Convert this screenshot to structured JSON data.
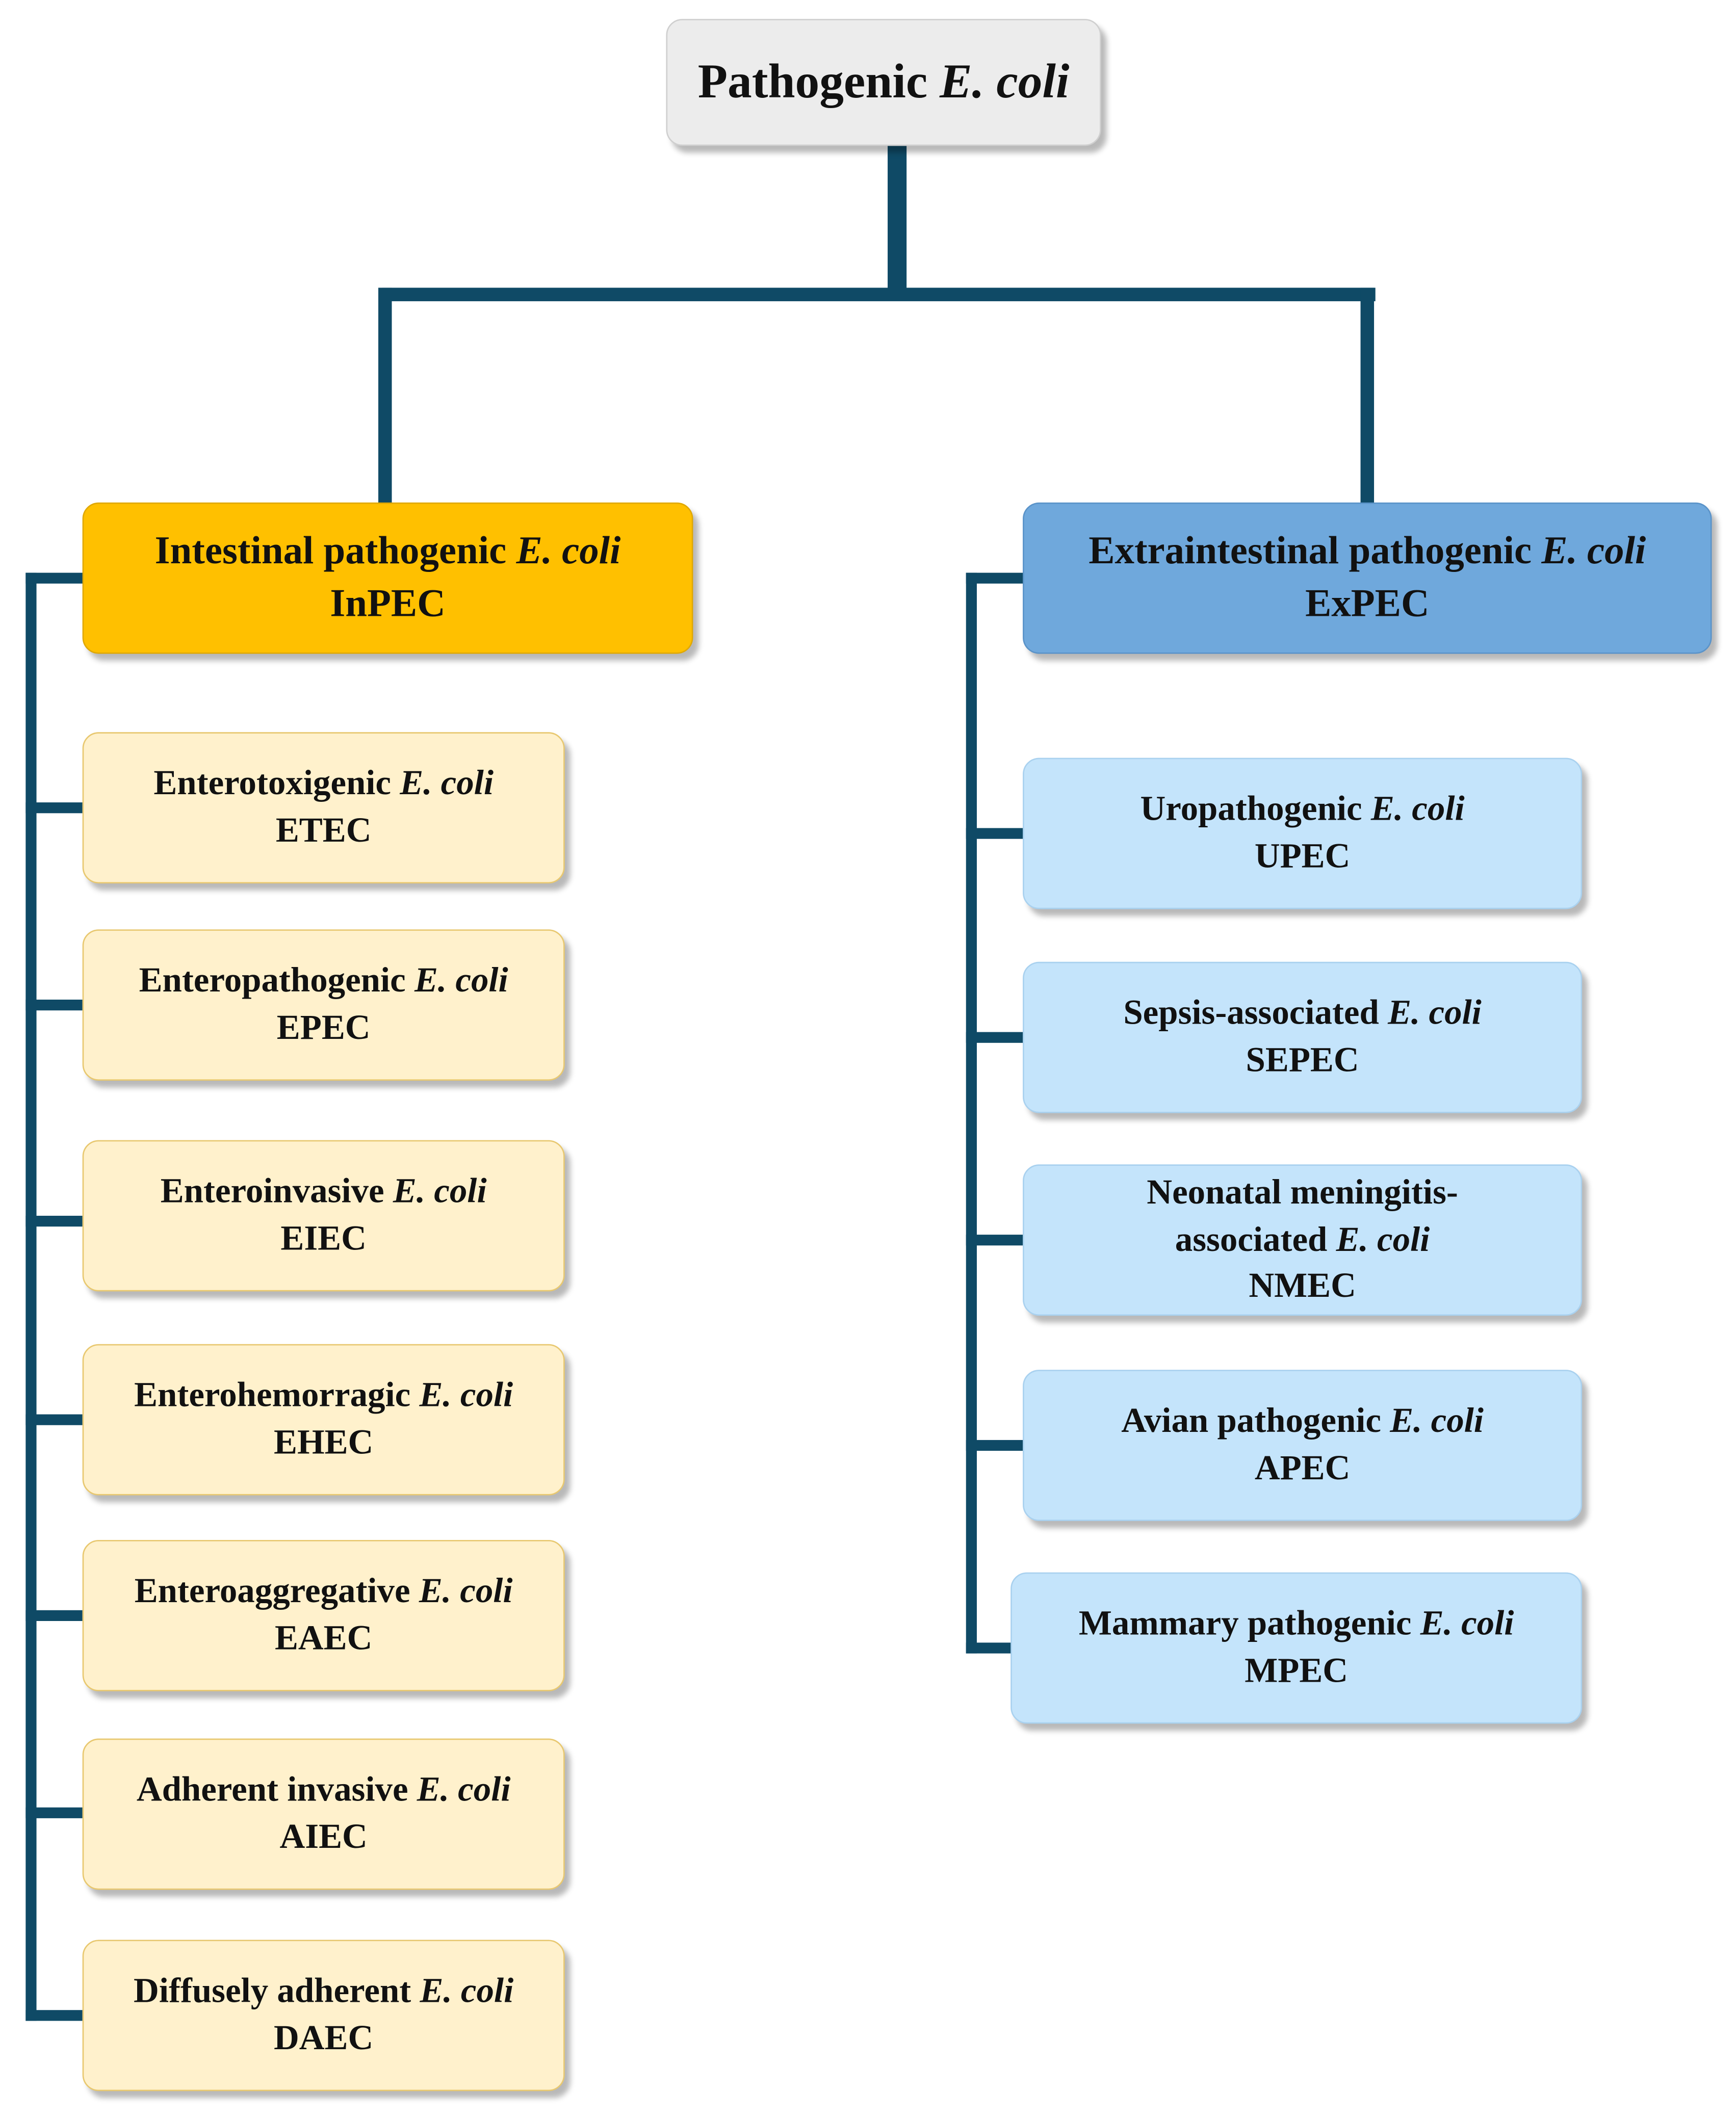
{
  "root": {
    "label_prefix": "Pathogenic ",
    "label_italic": "E. coli"
  },
  "groups": [
    {
      "id": "inpec",
      "label_prefix": "Intestinal pathogenic ",
      "label_italic": "E. coli",
      "abbr": "InPEC",
      "color": "#ffc000",
      "children": [
        {
          "prefix": "Enterotoxigenic ",
          "italic": "E. coli",
          "abbr": "ETEC"
        },
        {
          "prefix": "Enteropathogenic ",
          "italic": "E. coli",
          "abbr": "EPEC"
        },
        {
          "prefix": "Enteroinvasive ",
          "italic": "E. coli",
          "abbr": "EIEC"
        },
        {
          "prefix": "Enterohemorragic ",
          "italic": "E. coli",
          "abbr": "EHEC"
        },
        {
          "prefix": "Enteroaggregative ",
          "italic": "E. coli",
          "abbr": "EAEC"
        },
        {
          "prefix": "Adherent invasive ",
          "italic": "E. coli",
          "abbr": "AIEC"
        },
        {
          "prefix": "Diffusely adherent ",
          "italic": "E. coli",
          "abbr": "DAEC"
        }
      ]
    },
    {
      "id": "expec",
      "label_prefix": "Extraintestinal pathogenic ",
      "label_italic": "E. coli",
      "abbr": "ExPEC",
      "color": "#6fa8dc",
      "children": [
        {
          "prefix": "Uropathogenic ",
          "italic": "E. coli",
          "abbr": "UPEC"
        },
        {
          "prefix": "Sepsis-associated ",
          "italic": "E. coli",
          "abbr": "SEPEC"
        },
        {
          "prefix_line1": "Neonatal meningitis-",
          "prefix": "associated ",
          "italic": "E. coli",
          "abbr": "NMEC"
        },
        {
          "prefix": "Avian pathogenic ",
          "italic": "E. coli",
          "abbr": "APEC"
        },
        {
          "prefix": "Mammary pathogenic ",
          "italic": "E. coli",
          "abbr": "MPEC"
        }
      ]
    }
  ],
  "colors": {
    "connector": "#0f4a66",
    "inpec_child": "#fff1cc",
    "expec_child": "#c4e4fb",
    "root": "#ececec"
  }
}
